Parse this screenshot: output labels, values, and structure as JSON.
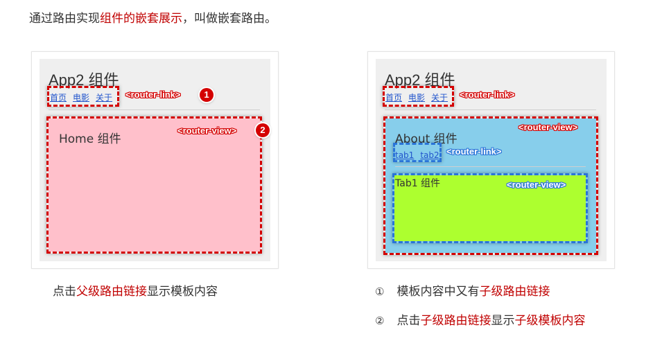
{
  "intro": {
    "part1": "通过路由实现",
    "part2": "组件的嵌套展示",
    "part3": "，叫做嵌套路由。"
  },
  "left": {
    "app_title": "App2 组件",
    "nav": [
      "首页",
      "电影",
      "关于"
    ],
    "router_link_tag": "<router-link>",
    "badge1": "1",
    "router_view_tag": "<router-view>",
    "badge2": "2",
    "component_title": "Home 组件",
    "caption": {
      "part1": "点击",
      "part2": "父级路由链接",
      "part3": "显示模板内容"
    }
  },
  "right": {
    "app_title": "App2 组件",
    "nav": [
      "首页",
      "电影",
      "关于"
    ],
    "router_link_tag": "<router-link>",
    "router_view_tag": "<router-view>",
    "component_title": "About 组件",
    "child_nav": [
      "tab1",
      "tab2"
    ],
    "child_router_link_tag": "<router-link>",
    "child_component_title": "Tab1 组件",
    "child_router_view_tag": "<router-view>"
  },
  "notes": [
    {
      "num": "①",
      "part1": "模板内容中又有",
      "part2": "子级路由链接",
      "part3": ""
    },
    {
      "num": "②",
      "part1": "点击",
      "part2": "子级路由链接",
      "part3": "显示",
      "part4": "子级模板内容"
    }
  ],
  "colors": {
    "accent_red": "#c00000",
    "pink": "#ffc0cb",
    "sky": "#87ceeb",
    "lime": "#adff2f",
    "dash_red": "#d40000",
    "dash_blue": "#2a74d8"
  }
}
